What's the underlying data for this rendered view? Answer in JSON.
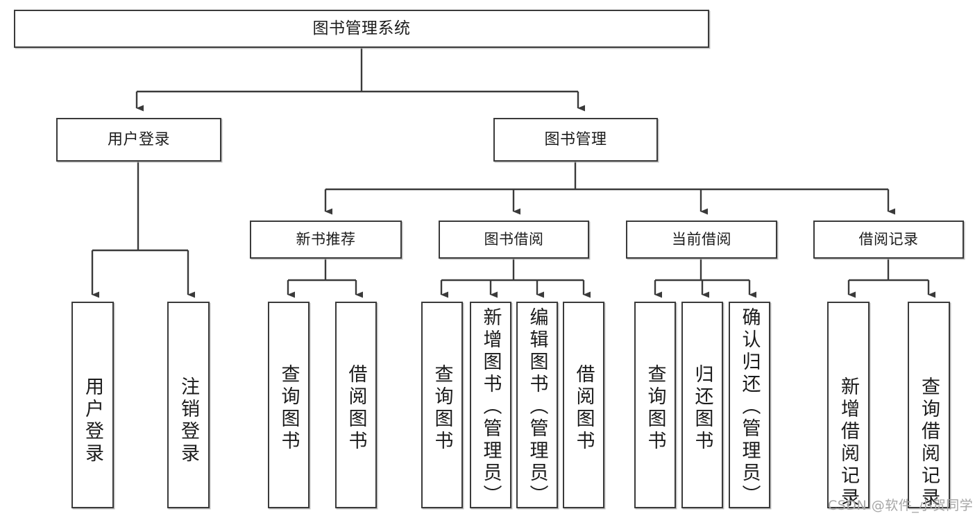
{
  "diagram": {
    "title": "图书管理系统",
    "type": "tree-hierarchy",
    "root": {
      "label": "图书管理系统"
    },
    "level1": [
      {
        "label": "用户登录"
      },
      {
        "label": "图书管理"
      }
    ],
    "level2": [
      {
        "label": "新书推荐",
        "parent": "图书管理"
      },
      {
        "label": "图书借阅",
        "parent": "图书管理"
      },
      {
        "label": "当前借阅",
        "parent": "图书管理"
      },
      {
        "label": "借阅记录",
        "parent": "图书管理"
      }
    ],
    "leaves": {
      "user_login": [
        {
          "label": "用户登录"
        },
        {
          "label": "注销登录"
        }
      ],
      "new_book": [
        {
          "label": "查询图书"
        },
        {
          "label": "借阅图书"
        }
      ],
      "book_borrow": [
        {
          "label": "查询图书"
        },
        {
          "label": "新增图书（管理员）"
        },
        {
          "label": "编辑图书（管理员）"
        },
        {
          "label": "借阅图书"
        }
      ],
      "current_borrow": [
        {
          "label": "查询图书"
        },
        {
          "label": "归还图书"
        },
        {
          "label": "确认归还（管理员）"
        }
      ],
      "borrow_record": [
        {
          "label": "新增借阅记录"
        },
        {
          "label": "查询借阅记录"
        }
      ]
    }
  },
  "watermark": {
    "text": "CSDN @软件_小贺同学"
  },
  "colors": {
    "stroke": "#3a3a3a",
    "fill": "#ffffff",
    "text": "#1b1b1b",
    "watermark": "#a6a6a6"
  }
}
